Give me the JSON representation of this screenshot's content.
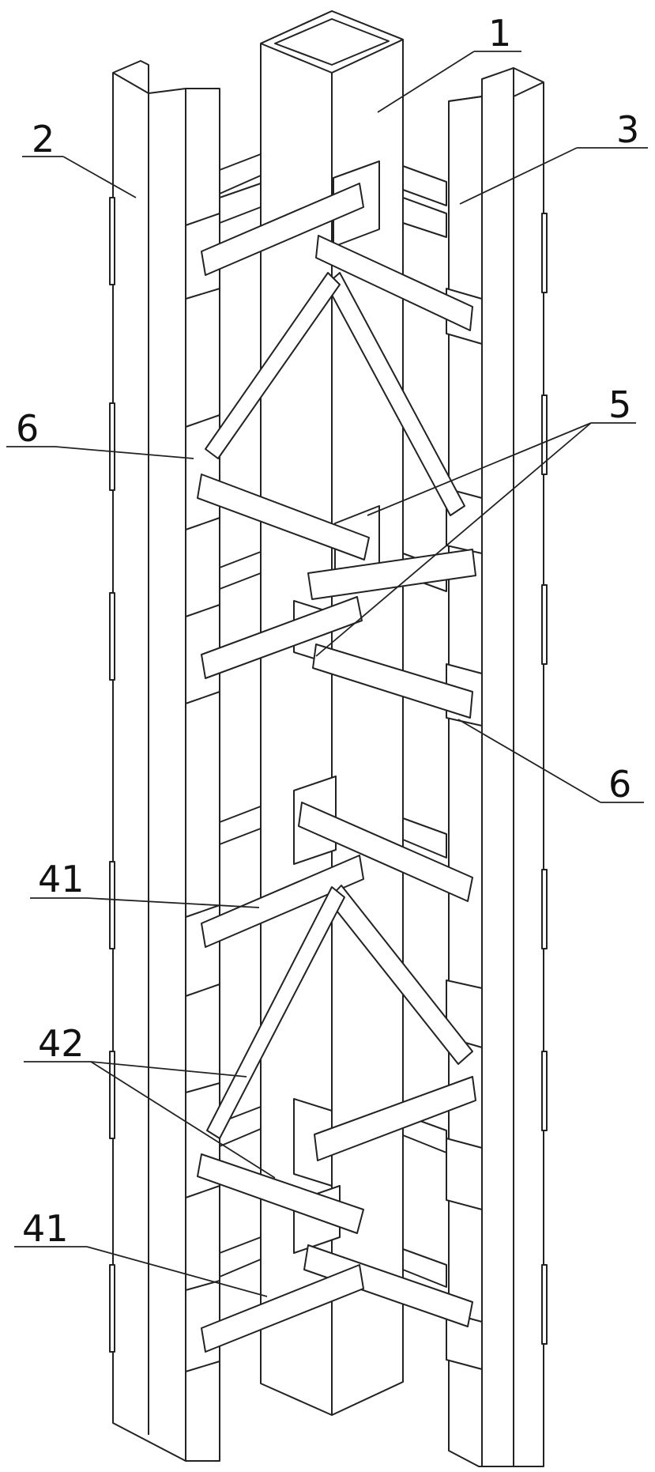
{
  "colors": {
    "line": "#222222",
    "fill": "#ffffff"
  },
  "labels": {
    "label_1": "1",
    "label_2": "2",
    "label_3": "3",
    "label_5": "5",
    "label_6_upper": "6",
    "label_6_lower": "6",
    "label_41_upper": "41",
    "label_42": "42",
    "label_41_lower": "41"
  }
}
